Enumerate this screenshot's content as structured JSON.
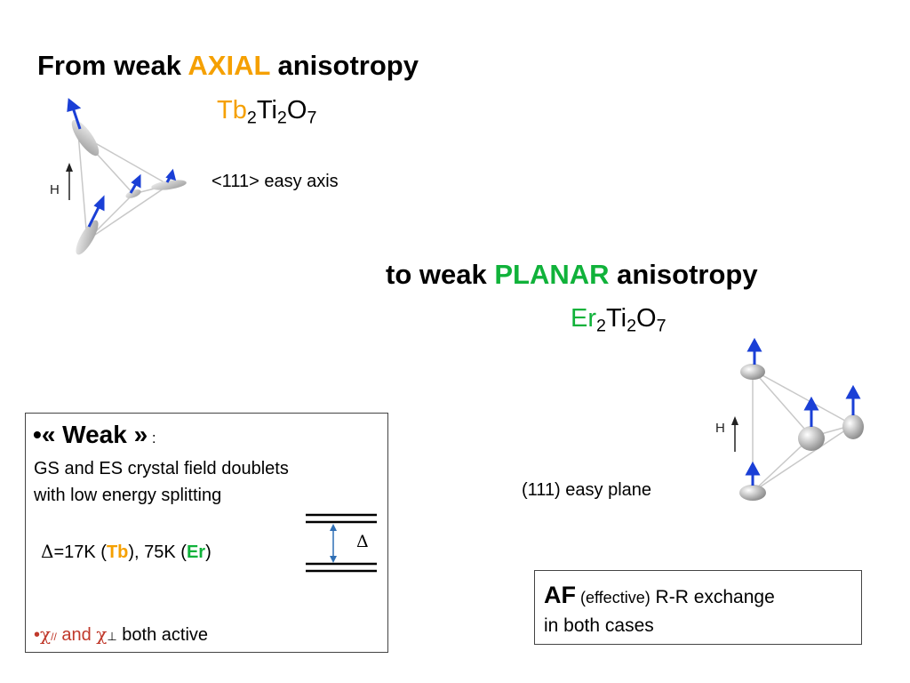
{
  "axial": {
    "prefix": "From weak ",
    "keyword": "AXIAL",
    "suffix": " anisotropy",
    "formula": {
      "el1": "Tb",
      "n1": "2",
      "el2": "Ti",
      "n2": "2",
      "el3": "O",
      "n3": "7"
    },
    "axis_label": "<111> easy axis",
    "field_label": "H"
  },
  "planar": {
    "prefix": "to weak ",
    "keyword": "PLANAR",
    "suffix": " anisotropy",
    "formula": {
      "el1": "Er",
      "n1": "2",
      "el2": "Ti",
      "n2": "2",
      "el3": "O",
      "n3": "7"
    },
    "plane_label": "(111) easy plane",
    "field_label": "H"
  },
  "weak_box": {
    "bullet": "•",
    "title": "« Weak »",
    "colon": " :",
    "line1": "GS and ES crystal field doublets",
    "line2": "with low energy splitting",
    "delta_symbol": "Δ",
    "delta_eq": "=17K (",
    "tb": "Tb",
    "mid": "), 75K (",
    "er": "Er",
    "close": ")",
    "chi_bullet": "•",
    "chi": "χ",
    "par_sub": "//",
    "and": " and ",
    "perp_sub": "⊥",
    "active": " both active",
    "level_delta": "Δ"
  },
  "af_box": {
    "af": "AF",
    "effective": " (effective)",
    "rest": " R-R exchange",
    "line2": "in both cases"
  },
  "colors": {
    "orange": "#f5a000",
    "green": "#10b23a",
    "arrow_blue": "#1a3fd6",
    "level_arrow": "#2f6fb5"
  }
}
